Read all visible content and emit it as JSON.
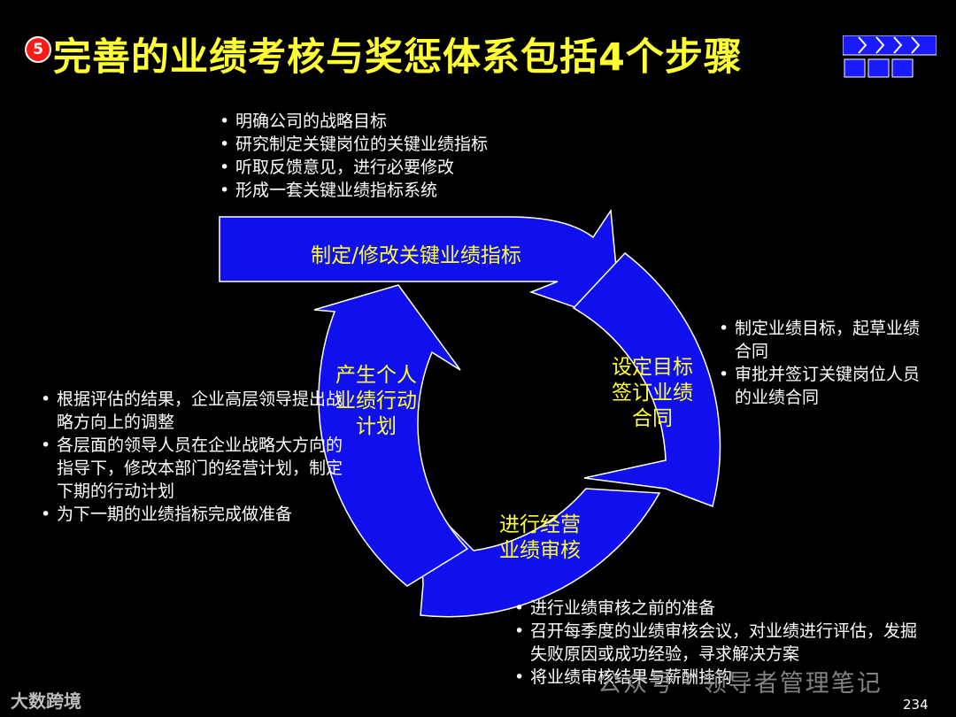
{
  "title": {
    "number": "5",
    "text": "完善的业绩考核与奖惩体系包括4个步骤"
  },
  "colors": {
    "background": "#000000",
    "title": "#ffff33",
    "arrow_fill": "#1010ee",
    "label_text": "#ffff33",
    "bullet_text": "#ffffff",
    "badge": "#ff1a1a"
  },
  "cycle": {
    "top": {
      "label": "制定/修改关键业绩指标",
      "bullets": [
        "明确公司的战略目标",
        "研究制定关键岗位的关键业绩指标",
        "听取反馈意见，进行必要修改",
        "形成一套关键业绩指标系统"
      ]
    },
    "right": {
      "label": "设定目标\n签订业绩\n合同",
      "bullets": [
        "制定业绩目标，起草业绩合同",
        "审批并签订关键岗位人员的业绩合同"
      ]
    },
    "bottom": {
      "label": "进行经营\n业绩审核",
      "bullets": [
        "进行业绩审核之前的准备",
        "召开每季度的业绩审核会议，对业绩进行评估，发掘失败原因或成功经验，寻求解决方案",
        "将业绩审核结果与薪酬挂钩"
      ]
    },
    "left": {
      "label": "产生个人\n业绩行动\n计划",
      "bullets": [
        "根据评估的结果，企业高层领导提出战略方向上的调整",
        "各层面的领导人员在企业战略大方向的指导下，修改本部门的经营计划，制定下期的行动计划",
        "为下一期的业绩指标完成做准备"
      ]
    }
  },
  "footer": {
    "logo": "大数跨境",
    "watermark": "公众号 · 领导者管理笔记",
    "page_number": "234"
  },
  "icons": {
    "step_icon": "process-step-icon"
  }
}
